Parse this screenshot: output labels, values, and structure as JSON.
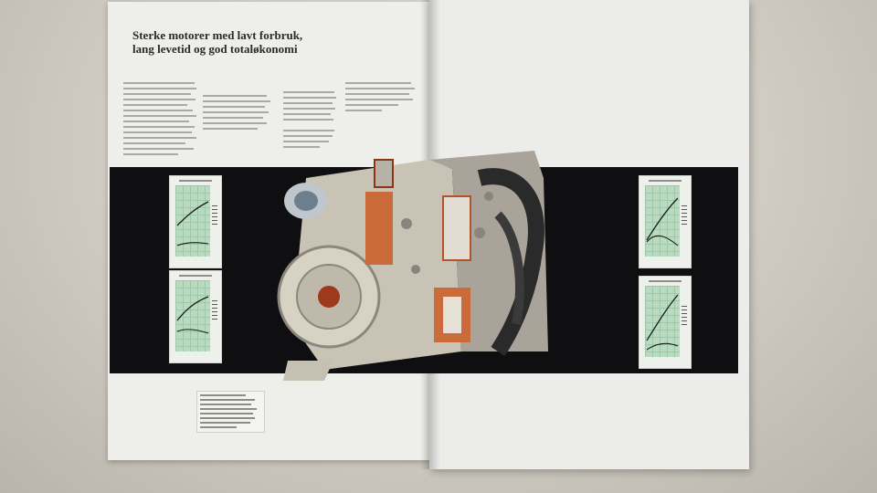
{
  "brochure": {
    "headline_line1": "Sterke motorer med lavt forbruk,",
    "headline_line2": "lang levetid og god totaløkonomi"
  },
  "colors": {
    "page": "#eeeeea",
    "band": "#0f0f11",
    "chart_plot": "#b9dcc0",
    "headline": "#2a2a2a"
  },
  "images": {
    "engine": "engine-cutaway-photo",
    "charts_left": [
      "performance-chart",
      "performance-chart"
    ],
    "charts_right": [
      "performance-chart",
      "performance-chart"
    ]
  }
}
